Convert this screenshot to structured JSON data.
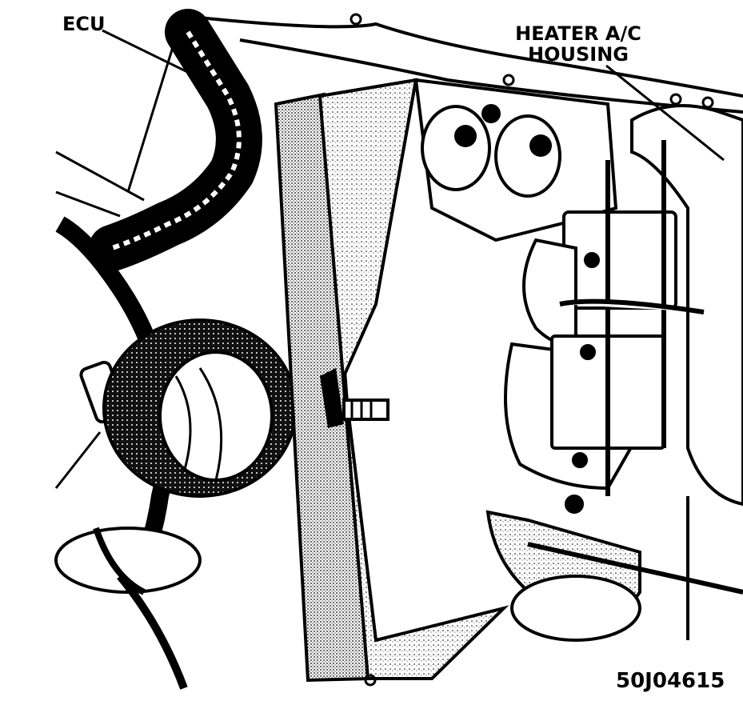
{
  "callouts": {
    "ecu": "ECU",
    "heater_line1": "HEATER A/C",
    "heater_line2": "HOUSING"
  },
  "figure_number": "50J04615",
  "colors": {
    "ink": "#000000",
    "paper": "#ffffff",
    "shade": "#9a9a9a"
  }
}
